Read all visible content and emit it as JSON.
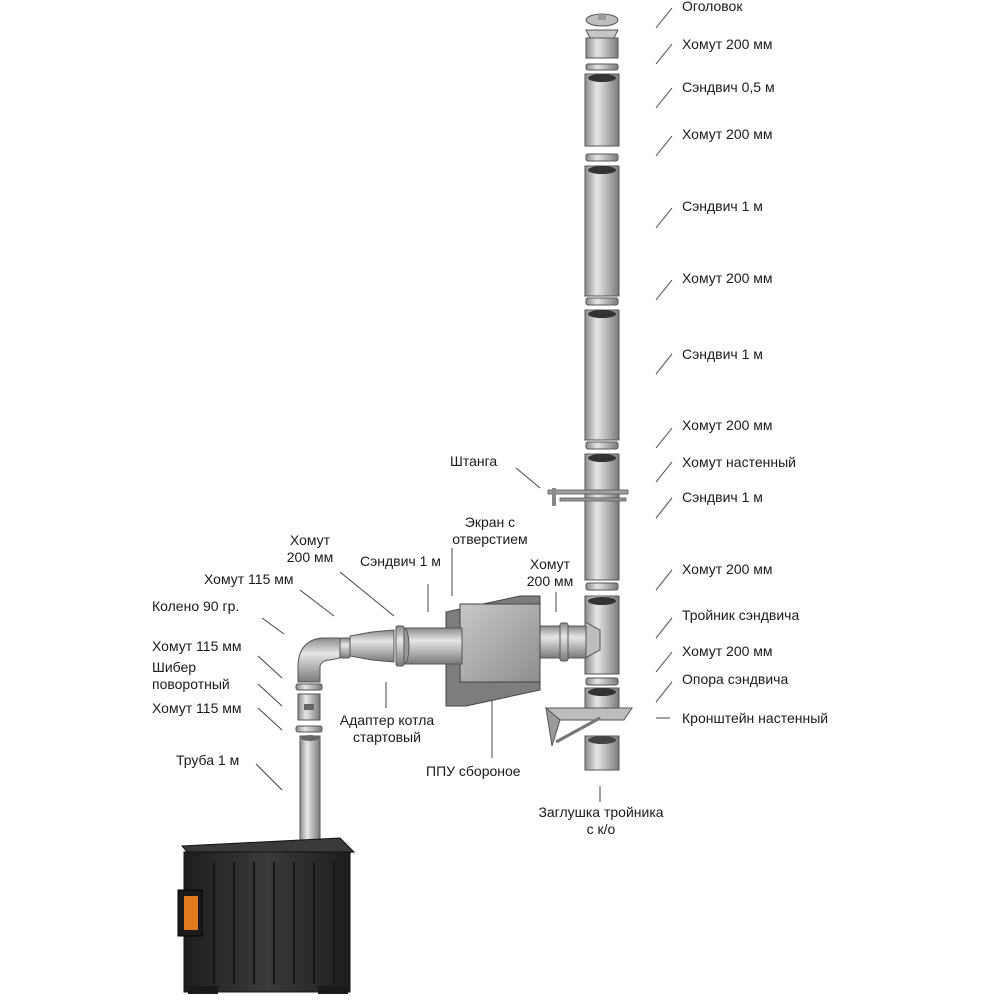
{
  "labels": {
    "ogolovok": "Оголовок",
    "khomut_200_1": "Хомут 200 мм",
    "sendvich_05": "Сэндвич 0,5 м",
    "khomut_200_2": "Хомут 200 мм",
    "sendvich_1_a": "Сэндвич 1 м",
    "khomut_200_3": "Хомут 200 мм",
    "sendvich_1_b": "Сэндвич 1 м",
    "khomut_200_4": "Хомут 200 мм",
    "khomut_nastenny": "Хомут настенный",
    "sendvich_1_c": "Сэндвич 1 м",
    "khomut_200_5": "Хомут 200 мм",
    "troynik": "Тройник сэндвича",
    "khomut_200_6": "Хомут 200 мм",
    "opora": "Опора сэндвича",
    "kronshteyn": "Кронштейн настенный",
    "shtanga": "Штанга",
    "ekran_line1": "Экран с",
    "ekran_line2": "отверстием",
    "khomut_200_mid_line1": "Хомут",
    "khomut_200_mid_line2": "200 мм",
    "sendvich_1_h": "Сэндвич 1 м",
    "khomut_200_left_line1": "Хомут",
    "khomut_200_left_line2": "200 мм",
    "khomut_115_1": "Хомут 115 мм",
    "koleno": "Колено 90 гр.",
    "khomut_115_2": "Хомут 115 мм",
    "shiber_line1": "Шибер",
    "shiber_line2": "поворотный",
    "khomut_115_3": "Хомут 115 мм",
    "truba": "Труба 1 м",
    "adapter_line1": "Адаптер котла",
    "adapter_line2": "стартовый",
    "ppu": "ППУ сбороное",
    "zaglushka_line1": "Заглушка тройника",
    "zaglushka_line2": "с к/о"
  },
  "colors": {
    "steel_light": "#d9d9d9",
    "steel_mid": "#a8a8a8",
    "steel_dark": "#6e6e6e",
    "stove": "#2b2b2b",
    "fire": "#e07a1f",
    "leader": "#444444"
  }
}
